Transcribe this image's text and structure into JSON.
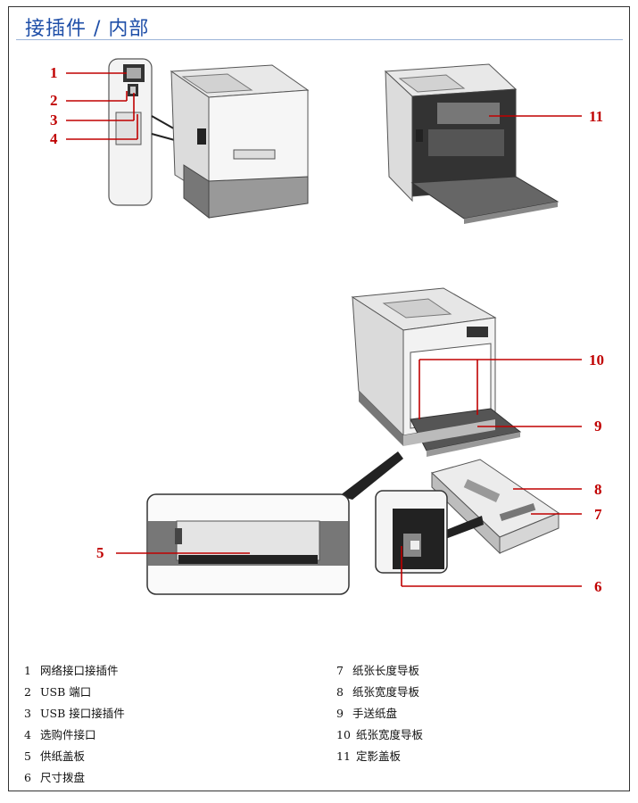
{
  "page": {
    "title": "接插件 / 内部"
  },
  "callouts": [
    "1",
    "2",
    "3",
    "4",
    "5",
    "6",
    "7",
    "8",
    "9",
    "10",
    "11"
  ],
  "legend": {
    "left": [
      {
        "num": "1",
        "label": "网络接口接插件"
      },
      {
        "num": "2",
        "label": "USB 端口"
      },
      {
        "num": "3",
        "label": "USB 接口接插件"
      },
      {
        "num": "4",
        "label": "选购件接口"
      },
      {
        "num": "5",
        "label": "供纸盖板"
      },
      {
        "num": "6",
        "label": "尺寸拨盘"
      }
    ],
    "right": [
      {
        "num": "7",
        "label": "纸张长度导板"
      },
      {
        "num": "8",
        "label": "纸张宽度导板"
      },
      {
        "num": "9",
        "label": "手送纸盘"
      },
      {
        "num": "10",
        "label": "纸张宽度导板"
      },
      {
        "num": "11",
        "label": "定影盖板"
      }
    ]
  },
  "colors": {
    "callout": "#c00000",
    "title": "#1f4fa8"
  }
}
